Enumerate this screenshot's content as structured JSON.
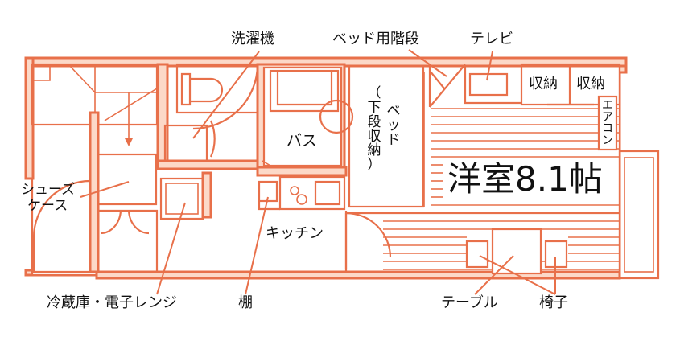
{
  "colors": {
    "line": "#e8704a",
    "wall_fill": "#fcd9c8",
    "text": "#111111"
  },
  "labels": {
    "washing_machine": "洗濯機",
    "bed_stairs": "ベッド用階段",
    "tv": "テレビ",
    "storage_1": "収納",
    "storage_2": "収納",
    "shoe_case_1": "シューズ",
    "shoe_case_2": "ケース",
    "bath": "バス",
    "bed": "ベッド",
    "bed_sub": "（下段収納）",
    "aircon": "エアコン",
    "room": "洋室8.1帖",
    "kitchen": "キッチン",
    "fridge_range": "冷蔵庫・電子レンジ",
    "shelf": "棚",
    "table": "テーブル",
    "chair": "椅子"
  }
}
